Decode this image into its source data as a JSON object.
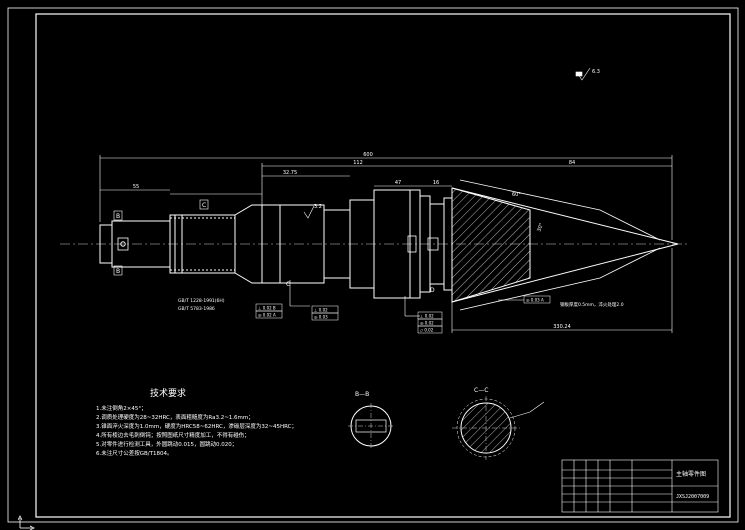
{
  "drawing": {
    "title_block": {
      "part_name": "主轴零件图",
      "drawing_number": "JXSJ2007009"
    },
    "section_labels": {
      "b_view": "B—B",
      "c_view": "C—C"
    },
    "dimensions": {
      "overall_length": "600",
      "length_112": "112",
      "length_84": "84",
      "length_32_75": "32.75",
      "length_55": "55",
      "length_47": "47",
      "length_16": "16",
      "length_330": "330.24",
      "angle_60": "60°",
      "angle_30": "30°"
    },
    "datum_labels": {
      "b_upper": "B",
      "b_lower": "B",
      "c_label": "C",
      "datum_c": "C",
      "datum_d": "D"
    },
    "surface_marks": {
      "top_right": "6.3",
      "mid": "3.2"
    },
    "notes": {
      "heading": "技术要求",
      "lines": [
        "1.未注倒角2×45°；",
        "2.调质处理硬度为28~32HRC，表面粗糙度为Ra3.2~1.6mm；",
        "3.锥面淬火深度为1.0mm，硬度为HRC58~62HRC，渗碳层深度为32~45HRC；",
        "4.所有棱边去毛刺倒钝；按照图纸尺寸精度加工，不得有碰伤；",
        "5.对零件进行检测工具，外圆跳动0.015，圆跳动0.020；",
        "6.未注尺寸公差按GB/T1804。"
      ]
    },
    "annotations": {
      "thread_note_1": "GB/T 1228-1991(6H)",
      "thread_note_2": "GB/T 5783-1986",
      "cone_note": "钢板厚度0.5mm，淬火处理2.0",
      "tol_1a": "⊥ 0.02 B",
      "tol_1b": "◎ 0.02 A",
      "tol_2a": "⊥ 0.02",
      "tol_2b": "◎ 0.03",
      "tol_3a": "⊥ 0.02",
      "tol_3b": "◎ 0.02",
      "tol_3c": "▱ 0.02",
      "tol_cone": "◎ 0.03 A"
    },
    "colors": {
      "background": "#000000",
      "line": "#ffffff",
      "center": "#cfcfcf"
    }
  }
}
